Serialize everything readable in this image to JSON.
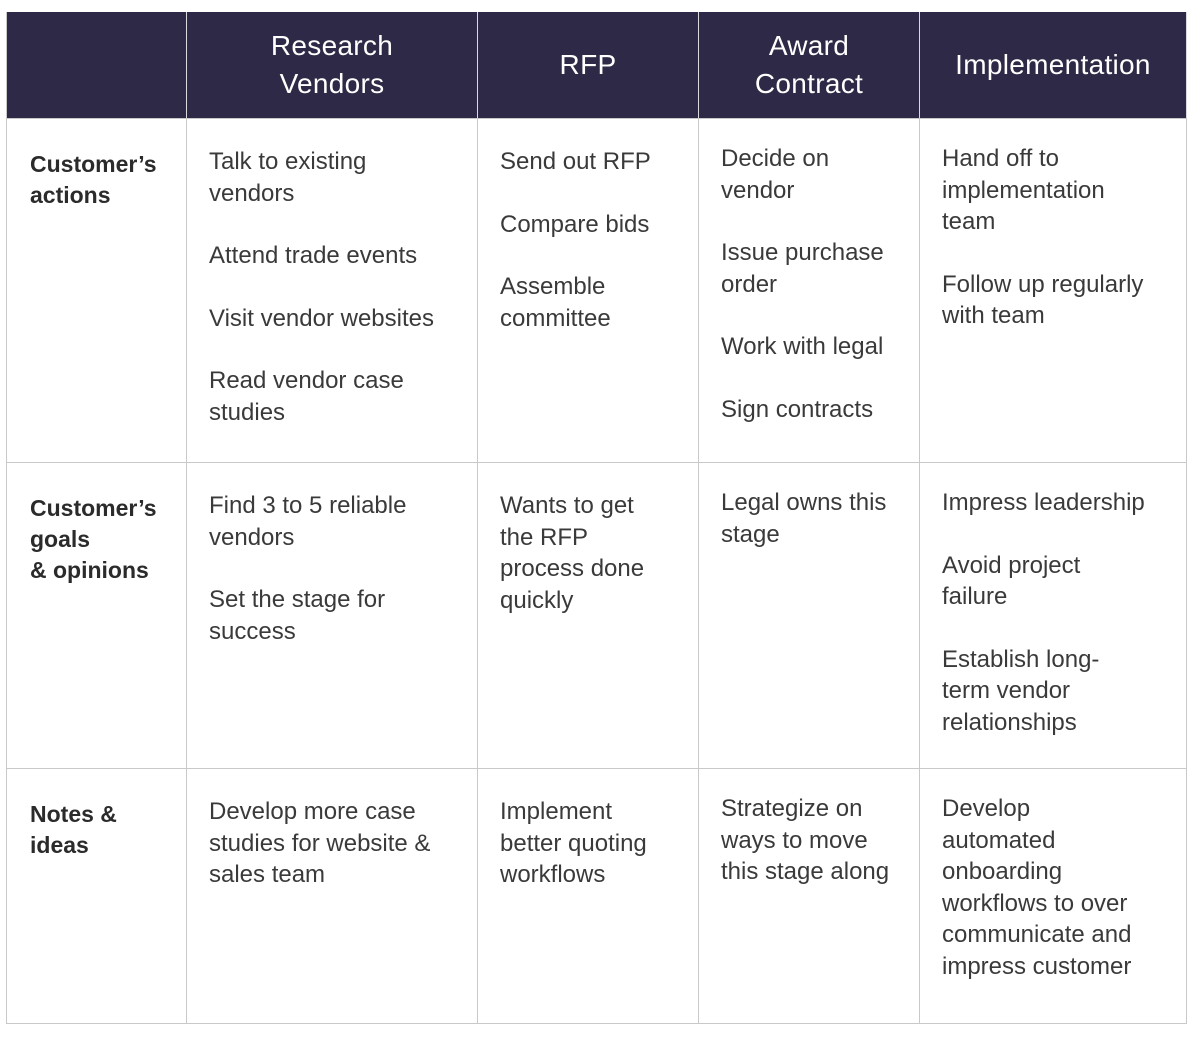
{
  "headers": [
    "",
    "Research\nVendors",
    "RFP",
    "Award\nContract",
    "Implementation"
  ],
  "rows": [
    {
      "label": "Customer’s\nactions",
      "cells": [
        [
          "Talk to existing\nvendors",
          "Attend trade events",
          "Visit vendor websites",
          "Read vendor case\nstudies"
        ],
        [
          "Send out RFP",
          "Compare bids",
          "Assemble\ncommittee"
        ],
        [
          "Decide on\nvendor",
          "Issue purchase\norder",
          "Work with legal",
          "Sign contracts"
        ],
        [
          "Hand off to\nimplementation\nteam",
          "Follow up regularly\nwith team"
        ]
      ]
    },
    {
      "label": "Customer’s\ngoals\n& opinions",
      "cells": [
        [
          "Find 3 to 5 reliable\nvendors",
          "Set the stage for\nsuccess"
        ],
        [
          "Wants to get\nthe RFP\nprocess done\nquickly"
        ],
        [
          "Legal owns this\nstage"
        ],
        [
          "Impress leadership",
          "Avoid project\nfailure",
          "Establish long-\nterm vendor\nrelationships"
        ]
      ]
    },
    {
      "label": "Notes &\nideas",
      "cells": [
        [
          "Develop more case\nstudies for website &\nsales team"
        ],
        [
          "Implement\nbetter quoting\nworkflows"
        ],
        [
          "Strategize on\nways to move\nthis stage along"
        ],
        [
          "Develop\nautomated\nonboarding\nworkflows to over\ncommunicate and\nimpress customer"
        ]
      ]
    }
  ]
}
